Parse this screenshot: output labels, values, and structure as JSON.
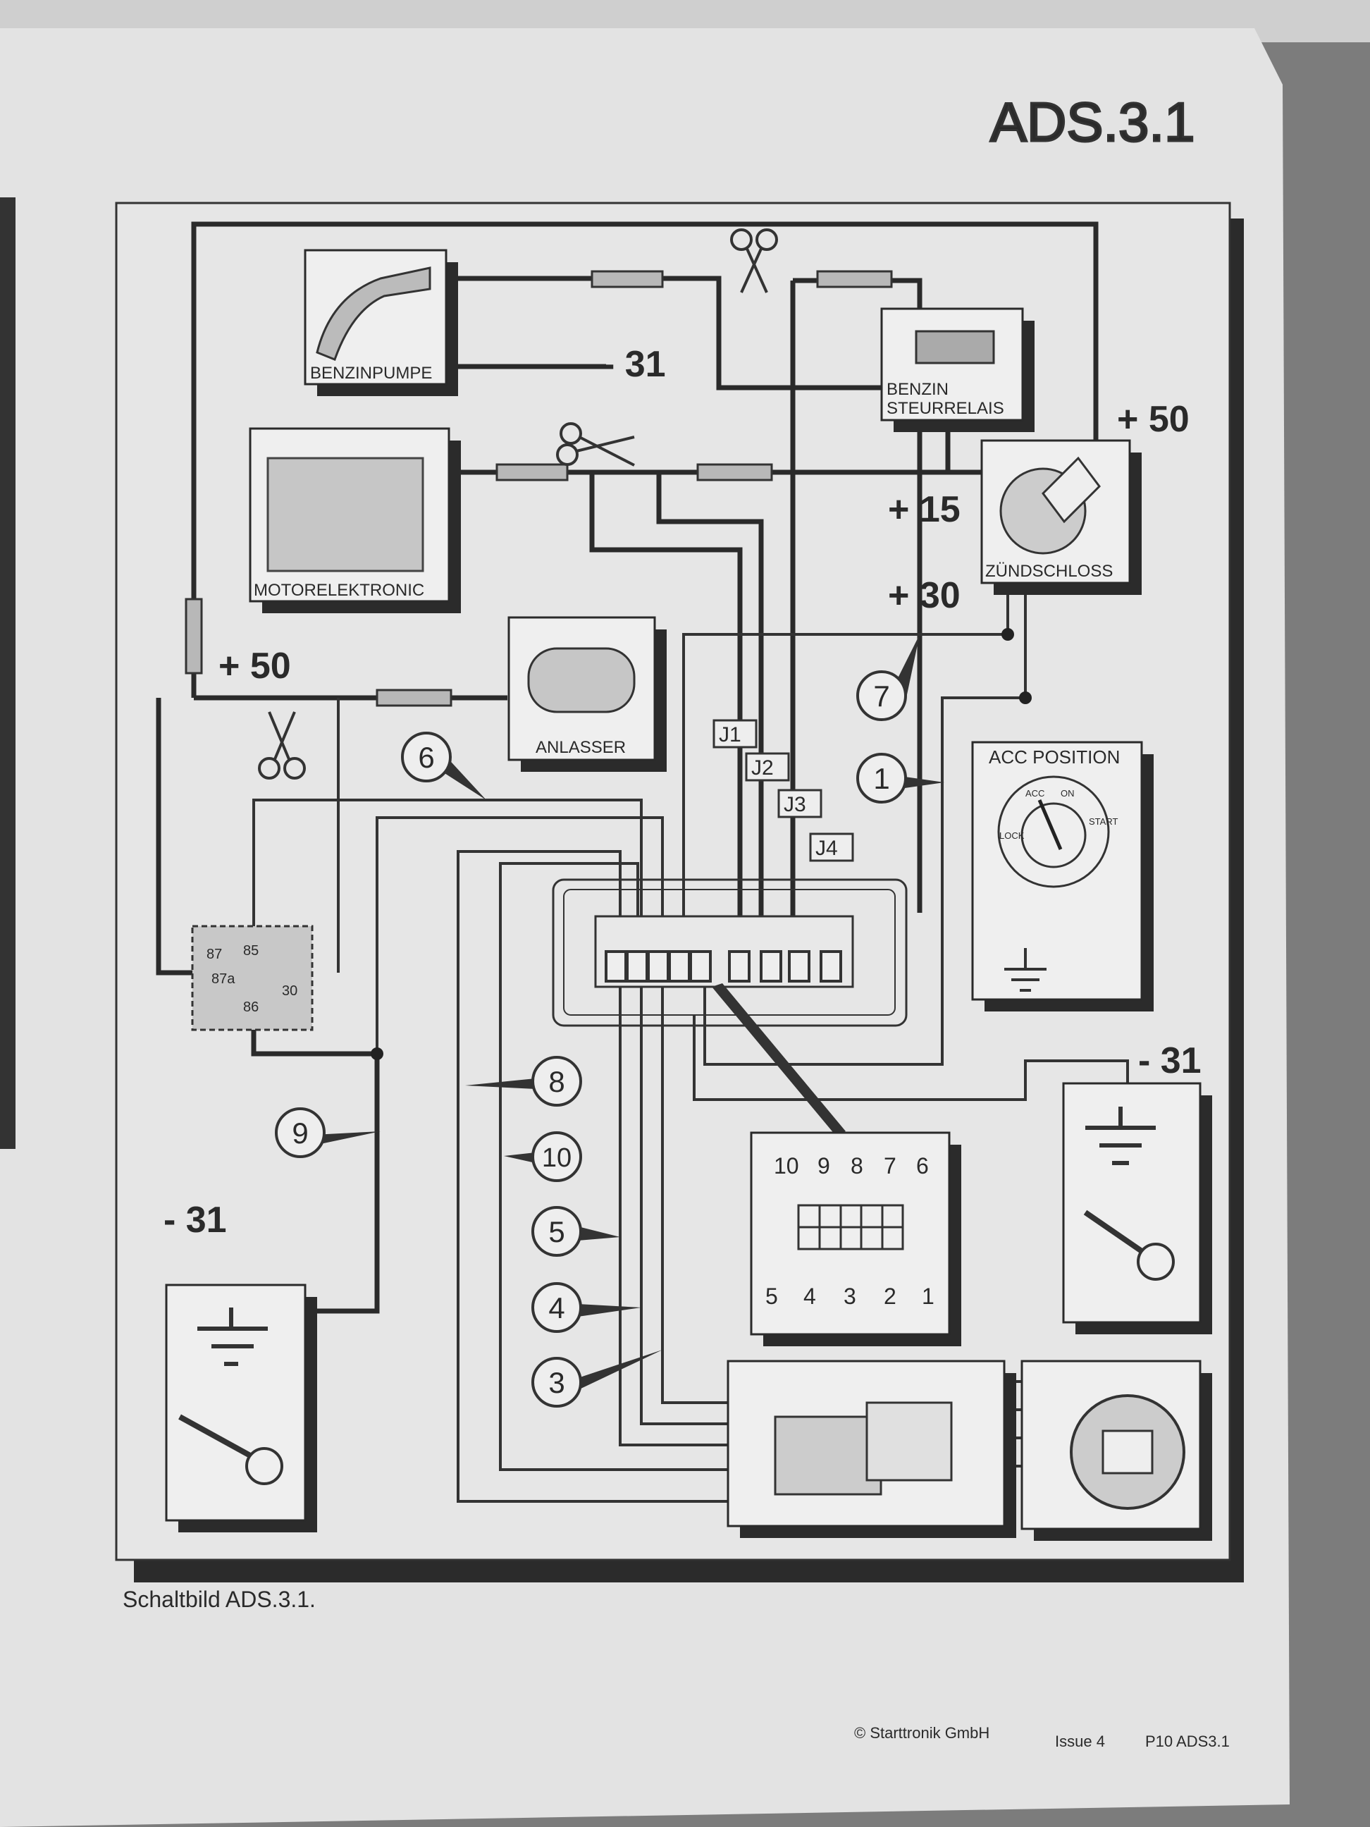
{
  "title": "ADS.3.1",
  "components": {
    "benzinpumpe": "BENZINPUMPE",
    "motorelektronic": "MOTORELEKTRONIC",
    "benzin_steurrelais_1": "BENZIN",
    "benzin_steurrelais_2": "STEURRELAIS",
    "zuendschloss": "ZÜNDSCHLOSS",
    "anlasser": "ANLASSER",
    "acc_position": "ACC POSITION",
    "acc_dial": [
      "LOCK",
      "ACC",
      "ON",
      "START"
    ]
  },
  "terminals": {
    "minus31_pump": "- 31",
    "plus50_right": "+ 50",
    "plus15": "+ 15",
    "plus30": "+ 30",
    "plus50_left": "+ 50",
    "minus31_right": "- 31",
    "minus31_left": "- 31"
  },
  "jumpers": [
    "J1",
    "J2",
    "J3",
    "J4"
  ],
  "relay_pins": [
    "87",
    "85",
    "87a",
    "30",
    "86"
  ],
  "wire_numbers": {
    "w6": "6",
    "w7": "7",
    "w1": "1",
    "w8": "8",
    "w10": "10",
    "w5": "5",
    "w4": "4",
    "w3": "3",
    "w9": "9"
  },
  "pin_diagram": {
    "top": [
      "10",
      "9",
      "8",
      "7",
      "6"
    ],
    "bottom": [
      "5",
      "4",
      "3",
      "2",
      "1"
    ]
  },
  "caption": "Schaltbild ADS.3.1.",
  "footer": {
    "copyright": "© Starttronik GmbH",
    "issue": "Issue 4",
    "page": "P10 ADS3.1"
  }
}
